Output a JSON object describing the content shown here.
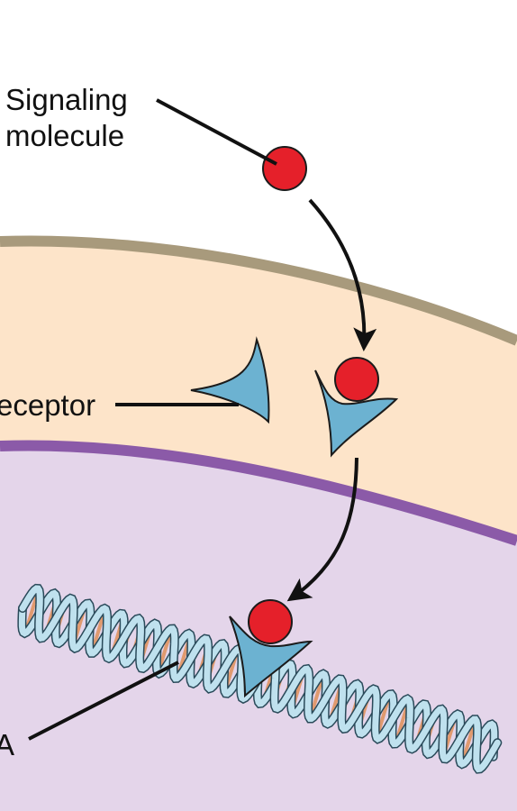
{
  "labels": {
    "signaling_line1": "Signaling",
    "signaling_line2": "molecule",
    "receptor": "eceptor",
    "dna": "A"
  },
  "colors": {
    "background": "#ffffff",
    "cell_wall": "#a89a7c",
    "cytoplasm": "#fde4c9",
    "nuclear_membrane": "#8b5aa8",
    "nucleus": "#e4d5ea",
    "molecule": "#e5202a",
    "receptor": "#6cb2d1",
    "dna_strand": "#bfe1ee",
    "dna_base": "#e09a6f",
    "line": "#111111"
  }
}
